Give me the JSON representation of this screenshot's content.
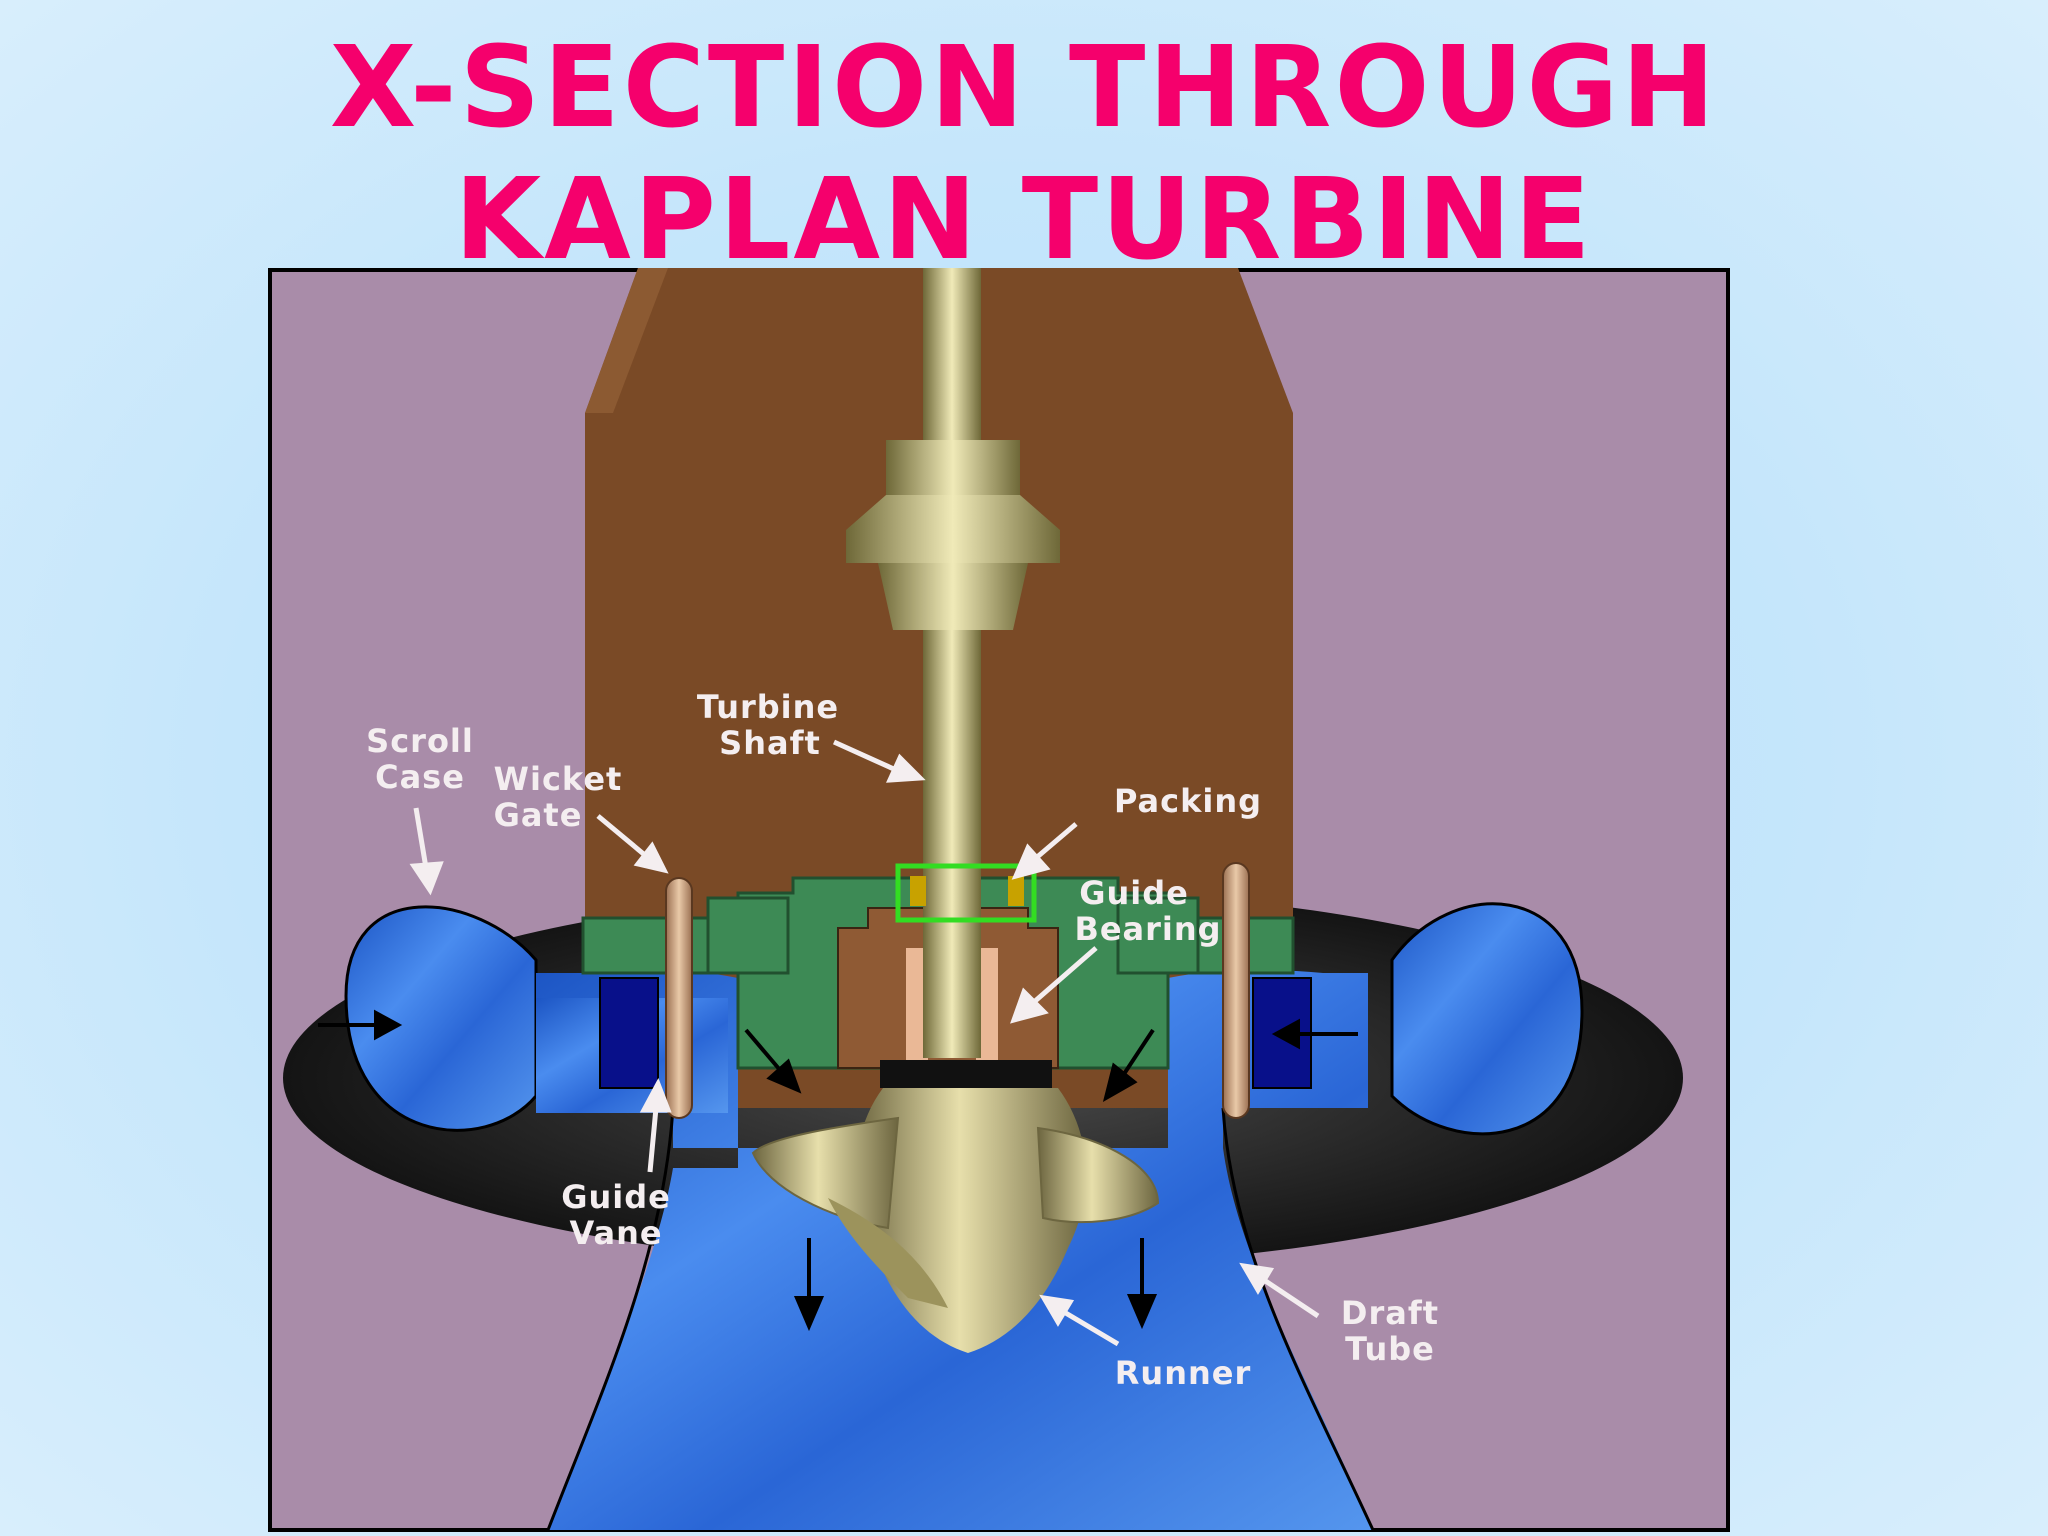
{
  "title": {
    "line1": "X-SECTION THROUGH",
    "line2": "KAPLAN TURBINE"
  },
  "labels": {
    "scroll_case": [
      "Scroll",
      "Case"
    ],
    "wicket_gate": [
      "Wicket",
      "Gate"
    ],
    "turbine_shaft": [
      "Turbine",
      "Shaft"
    ],
    "packing": "Packing",
    "guide_bearing": [
      "Guide",
      "Bearing"
    ],
    "guide_vane": [
      "Guide",
      "Vane"
    ],
    "draft_tube": [
      "Draft",
      "Tube"
    ],
    "runner": "Runner"
  },
  "colors": {
    "title": "#f5006c",
    "background": "#a98ca9",
    "casing": "#7a4a26",
    "water": "#2e6fd8",
    "shaft": "#c9bf87",
    "packing_highlight": "#33dd22",
    "label": "#f4eef0"
  }
}
